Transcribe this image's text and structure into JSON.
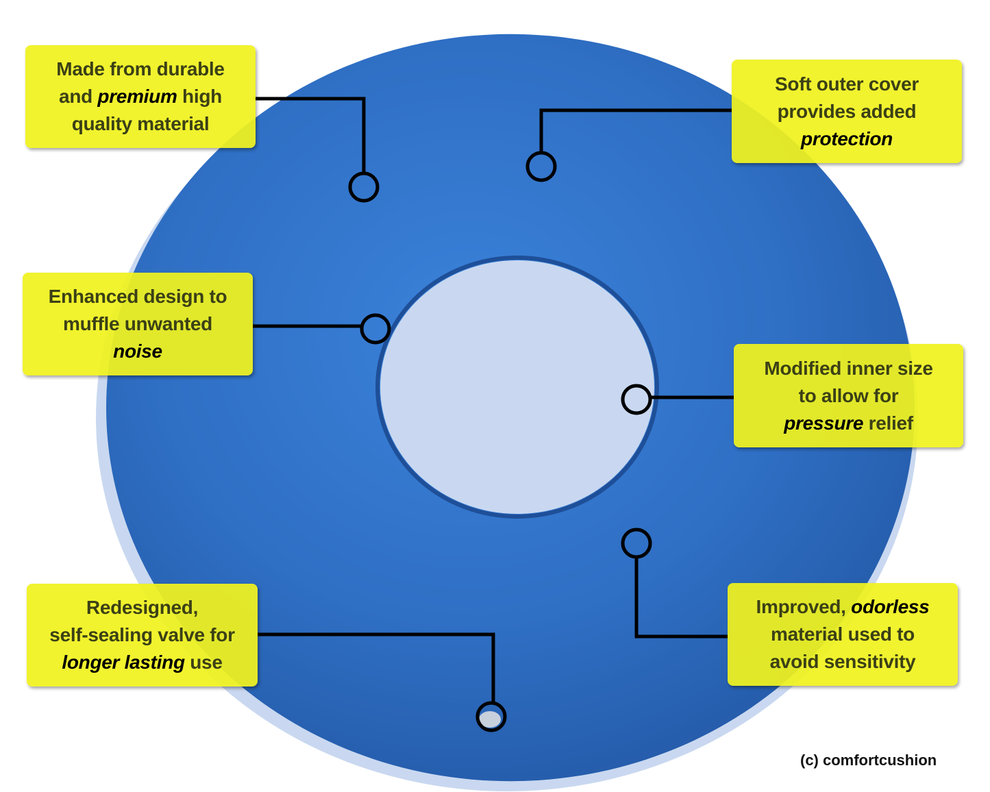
{
  "colors": {
    "cushion": "#2f6fc4",
    "callout": "#f0f21e",
    "text": "#3b4016",
    "line": "#000000"
  },
  "callouts": [
    {
      "lines": [
        [
          "Made from durable"
        ],
        [
          "and ",
          "premium",
          " high"
        ],
        [
          "quality material"
        ]
      ]
    },
    {
      "lines": [
        [
          "Soft outer cover"
        ],
        [
          "provides added"
        ],
        [
          "protection"
        ]
      ]
    },
    {
      "lines": [
        [
          "Enhanced design to"
        ],
        [
          "muffle unwanted"
        ],
        [
          "noise"
        ]
      ]
    },
    {
      "lines": [
        [
          "Modified inner size"
        ],
        [
          "to allow for"
        ],
        [
          "pressure",
          " relief"
        ]
      ]
    },
    {
      "lines": [
        [
          "Redesigned,"
        ],
        [
          "self-sealing valve for"
        ],
        [
          "longer lasting",
          " use"
        ]
      ]
    },
    {
      "lines": [
        [
          "Improved, ",
          "odorless"
        ],
        [
          "material used to"
        ],
        [
          "avoid sensitivity"
        ]
      ]
    }
  ],
  "copyright": "(c) comfortcushion"
}
